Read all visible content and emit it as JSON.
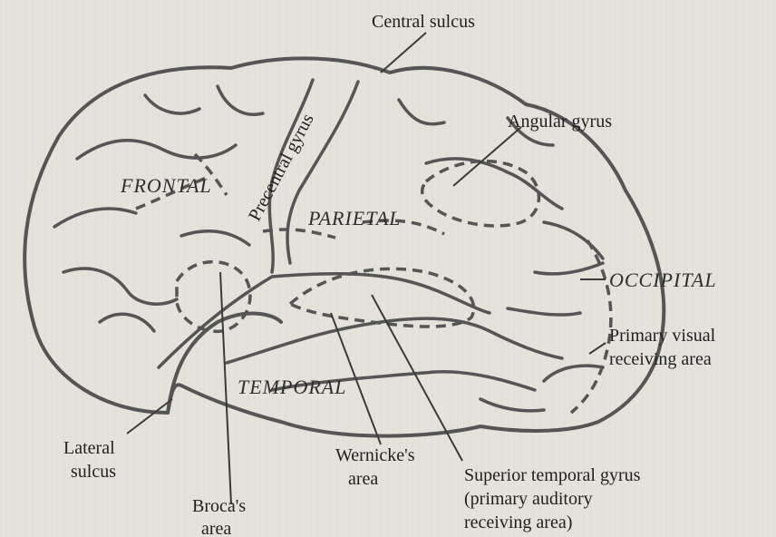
{
  "labels": {
    "central_sulcus": "Central sulcus",
    "precentral_gyrus": "Precentral gyrus",
    "angular_gyrus": "Angular gyrus",
    "frontal": "FRONTAL",
    "parietal": "PARIETAL",
    "occipital": "OCCIPITAL",
    "temporal": "TEMPORAL",
    "primary_visual_line1": "Primary visual",
    "primary_visual_line2": "receiving area",
    "lateral_sulcus_line1": "Lateral",
    "lateral_sulcus_line2": "sulcus",
    "wernicke_line1": "Wernicke's",
    "wernicke_line2": "area",
    "superior_temporal_line1": "Superior temporal gyrus",
    "superior_temporal_line2": "(primary auditory",
    "superior_temporal_line3": "receiving area)",
    "broca_line1": "Broca's",
    "broca_line2": "area"
  },
  "colors": {
    "ink": "#555555",
    "paper": "#e4e2da"
  }
}
